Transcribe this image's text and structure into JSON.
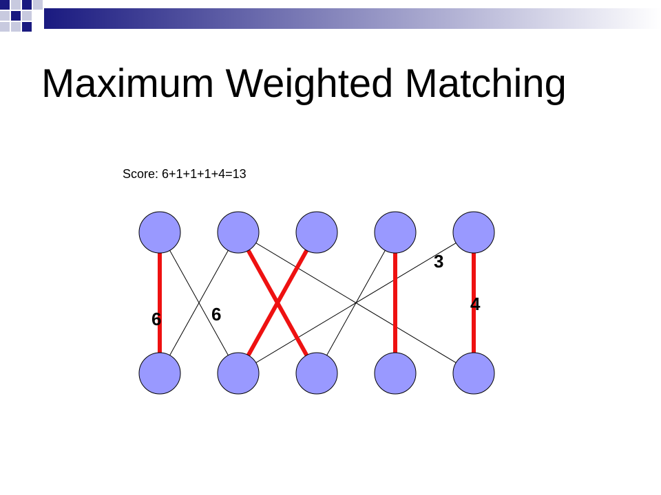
{
  "slide": {
    "title": "Maximum Weighted Matching",
    "score": "Score: 6+1+1+1+4=13"
  },
  "colors": {
    "node_fill": "#9999ff",
    "node_stroke": "#000000",
    "edge": "#000000",
    "matching_edge": "#ee1111",
    "header_dark": "#1a1a80",
    "header_light": "#c8cadf"
  },
  "graph": {
    "top_nodes": [
      "t1",
      "t2",
      "t3",
      "t4",
      "t5"
    ],
    "bottom_nodes": [
      "b1",
      "b2",
      "b3",
      "b4",
      "b5"
    ],
    "edges": [
      {
        "from": "t1",
        "to": "b1",
        "matched": true
      },
      {
        "from": "t1",
        "to": "b2",
        "matched": false
      },
      {
        "from": "t2",
        "to": "b1",
        "matched": false
      },
      {
        "from": "t2",
        "to": "b3",
        "matched": true
      },
      {
        "from": "t2",
        "to": "b5",
        "matched": false
      },
      {
        "from": "t3",
        "to": "b2",
        "matched": true
      },
      {
        "from": "t4",
        "to": "b3",
        "matched": false
      },
      {
        "from": "t4",
        "to": "b4",
        "matched": true
      },
      {
        "from": "t5",
        "to": "b2",
        "matched": false
      },
      {
        "from": "t5",
        "to": "b5",
        "matched": true
      }
    ],
    "weight_labels": [
      "6",
      "6",
      "3",
      "4"
    ]
  }
}
